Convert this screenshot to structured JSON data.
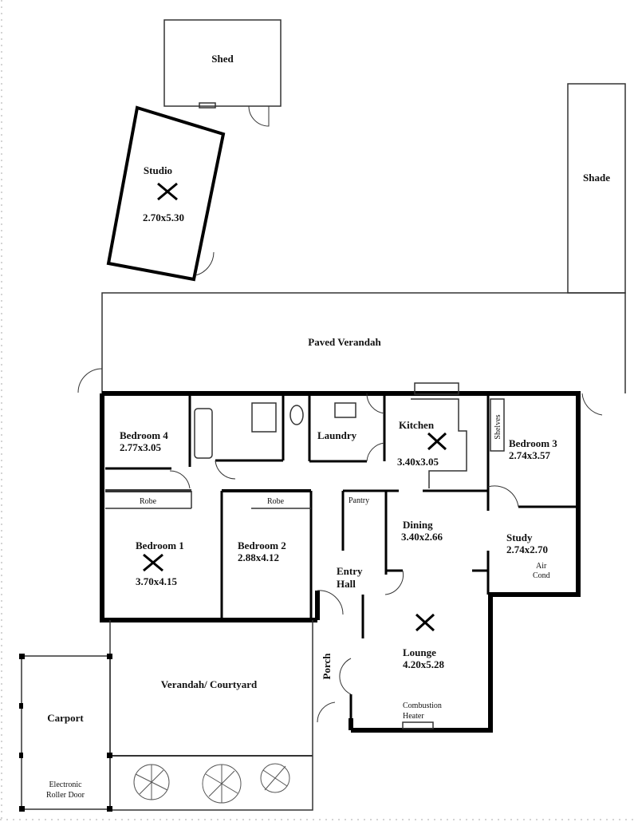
{
  "plan": {
    "shed": "Shed",
    "studio": {
      "name": "Studio",
      "size": "2.70x5.30"
    },
    "shade": "Shade",
    "paved_verandah": "Paved Verandah",
    "bedroom4": {
      "name": "Bedroom 4",
      "size": "2.77x3.05"
    },
    "laundry": "Laundry",
    "kitchen": {
      "name": "Kitchen",
      "size": "3.40x3.05"
    },
    "shelves": "Shelves",
    "bedroom3": {
      "name": "Bedroom 3",
      "size": "2.74x3.57"
    },
    "robe1": "Robe",
    "robe2": "Robe",
    "pantry": "Pantry",
    "bedroom1": {
      "name": "Bedroom 1",
      "size": "3.70x4.15"
    },
    "bedroom2": {
      "name": "Bedroom 2",
      "size": "2.88x4.12"
    },
    "dining": {
      "name": "Dining",
      "size": "3.40x2.66"
    },
    "study": {
      "name": "Study",
      "size": "2.74x2.70"
    },
    "air_cond": {
      "line1": "Air",
      "line2": "Cond"
    },
    "entry_hall": {
      "line1": "Entry",
      "line2": "Hall"
    },
    "porch": "Porch",
    "lounge": {
      "name": "Lounge",
      "size": "4.20x5.28"
    },
    "heater": {
      "line1": "Combustion",
      "line2": "Heater"
    },
    "courtyard": "Verandah/ Courtyard",
    "carport": "Carport",
    "roller_door": {
      "line1": "Electronic",
      "line2": "Roller Door"
    }
  }
}
